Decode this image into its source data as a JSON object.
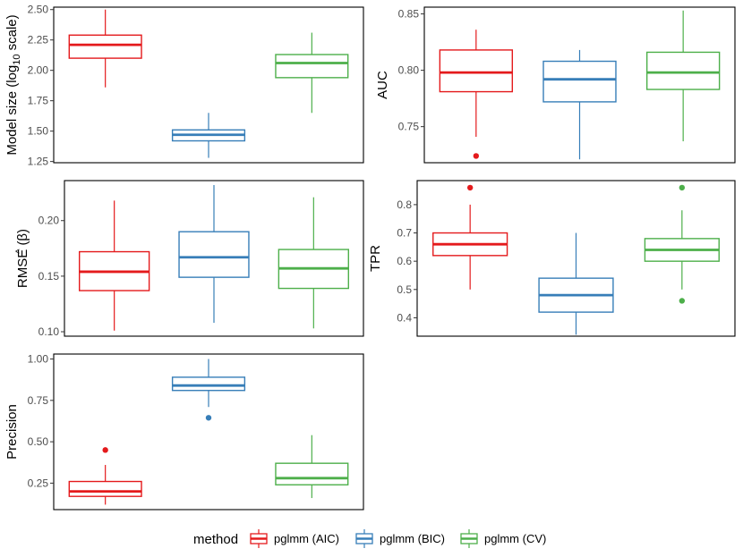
{
  "legend": {
    "title": "method",
    "items": [
      {
        "label": "pglmm (AIC)",
        "color": "#E41A1C"
      },
      {
        "label": "pglmm (BIC)",
        "color": "#377EB8"
      },
      {
        "label": "pglmm (CV)",
        "color": "#4DAF4A"
      }
    ]
  },
  "chart_data": [
    {
      "type": "boxplot",
      "ylabel": "Model size (log10 scale)",
      "ylabel_parts": {
        "pre": "Model size (log",
        "sub": "10",
        "post": " scale)"
      },
      "ylim": [
        1.24,
        2.52
      ],
      "yticks": [
        1.25,
        1.5,
        1.75,
        2.0,
        2.25,
        2.5
      ],
      "ytick_labels": [
        "1.25",
        "1.50",
        "1.75",
        "2.00",
        "2.25",
        "2.50"
      ],
      "categories": [
        "pglmm (AIC)",
        "pglmm (BIC)",
        "pglmm (CV)"
      ],
      "boxes": [
        {
          "whisker_low": 1.86,
          "q1": 2.1,
          "median": 2.21,
          "q3": 2.29,
          "whisker_high": 2.5,
          "outliers": []
        },
        {
          "whisker_low": 1.28,
          "q1": 1.42,
          "median": 1.47,
          "q3": 1.51,
          "whisker_high": 1.65,
          "outliers": []
        },
        {
          "whisker_low": 1.65,
          "q1": 1.94,
          "median": 2.06,
          "q3": 2.13,
          "whisker_high": 2.31,
          "outliers": []
        }
      ]
    },
    {
      "type": "boxplot",
      "ylabel": "AUC",
      "ylim": [
        0.718,
        0.856
      ],
      "yticks": [
        0.75,
        0.8,
        0.85
      ],
      "ytick_labels": [
        "0.75",
        "0.80",
        "0.85"
      ],
      "categories": [
        "pglmm (AIC)",
        "pglmm (BIC)",
        "pglmm (CV)"
      ],
      "boxes": [
        {
          "whisker_low": 0.741,
          "q1": 0.781,
          "median": 0.798,
          "q3": 0.818,
          "whisker_high": 0.836,
          "outliers": [
            0.724
          ]
        },
        {
          "whisker_low": 0.721,
          "q1": 0.772,
          "median": 0.792,
          "q3": 0.808,
          "whisker_high": 0.818,
          "outliers": []
        },
        {
          "whisker_low": 0.737,
          "q1": 0.783,
          "median": 0.798,
          "q3": 0.816,
          "whisker_high": 0.853,
          "outliers": []
        }
      ]
    },
    {
      "type": "boxplot",
      "ylabel": "RMSE (β)",
      "ylabel_parts": {
        "pre": "RMSE (",
        "sym": "β",
        "post": ")"
      },
      "ylim": [
        0.096,
        0.236
      ],
      "yticks": [
        0.1,
        0.15,
        0.2
      ],
      "ytick_labels": [
        "0.10",
        "0.15",
        "0.20"
      ],
      "categories": [
        "pglmm (AIC)",
        "pglmm (BIC)",
        "pglmm (CV)"
      ],
      "boxes": [
        {
          "whisker_low": 0.101,
          "q1": 0.137,
          "median": 0.154,
          "q3": 0.172,
          "whisker_high": 0.218,
          "outliers": []
        },
        {
          "whisker_low": 0.108,
          "q1": 0.149,
          "median": 0.167,
          "q3": 0.19,
          "whisker_high": 0.232,
          "outliers": []
        },
        {
          "whisker_low": 0.103,
          "q1": 0.139,
          "median": 0.157,
          "q3": 0.174,
          "whisker_high": 0.221,
          "outliers": []
        }
      ]
    },
    {
      "type": "boxplot",
      "ylabel": "TPR",
      "ylim": [
        0.335,
        0.885
      ],
      "yticks": [
        0.4,
        0.5,
        0.6,
        0.7,
        0.8
      ],
      "ytick_labels": [
        "0.4",
        "0.5",
        "0.6",
        "0.7",
        "0.8"
      ],
      "categories": [
        "pglmm (AIC)",
        "pglmm (BIC)",
        "pglmm (CV)"
      ],
      "boxes": [
        {
          "whisker_low": 0.5,
          "q1": 0.62,
          "median": 0.66,
          "q3": 0.7,
          "whisker_high": 0.8,
          "outliers": [
            0.86
          ]
        },
        {
          "whisker_low": 0.34,
          "q1": 0.42,
          "median": 0.48,
          "q3": 0.54,
          "whisker_high": 0.7,
          "outliers": []
        },
        {
          "whisker_low": 0.5,
          "q1": 0.6,
          "median": 0.64,
          "q3": 0.68,
          "whisker_high": 0.78,
          "outliers": [
            0.86,
            0.46
          ]
        }
      ]
    },
    {
      "type": "boxplot",
      "ylabel": "Precision",
      "ylim": [
        0.09,
        1.03
      ],
      "yticks": [
        0.25,
        0.5,
        0.75,
        1.0
      ],
      "ytick_labels": [
        "0.25",
        "0.50",
        "0.75",
        "1.00"
      ],
      "categories": [
        "pglmm (AIC)",
        "pglmm (BIC)",
        "pglmm (CV)"
      ],
      "boxes": [
        {
          "whisker_low": 0.12,
          "q1": 0.17,
          "median": 0.2,
          "q3": 0.26,
          "whisker_high": 0.36,
          "outliers": [
            0.45
          ]
        },
        {
          "whisker_low": 0.71,
          "q1": 0.81,
          "median": 0.84,
          "q3": 0.89,
          "whisker_high": 1.0,
          "outliers": [
            0.645
          ]
        },
        {
          "whisker_low": 0.16,
          "q1": 0.24,
          "median": 0.28,
          "q3": 0.37,
          "whisker_high": 0.54,
          "outliers": []
        }
      ]
    }
  ]
}
